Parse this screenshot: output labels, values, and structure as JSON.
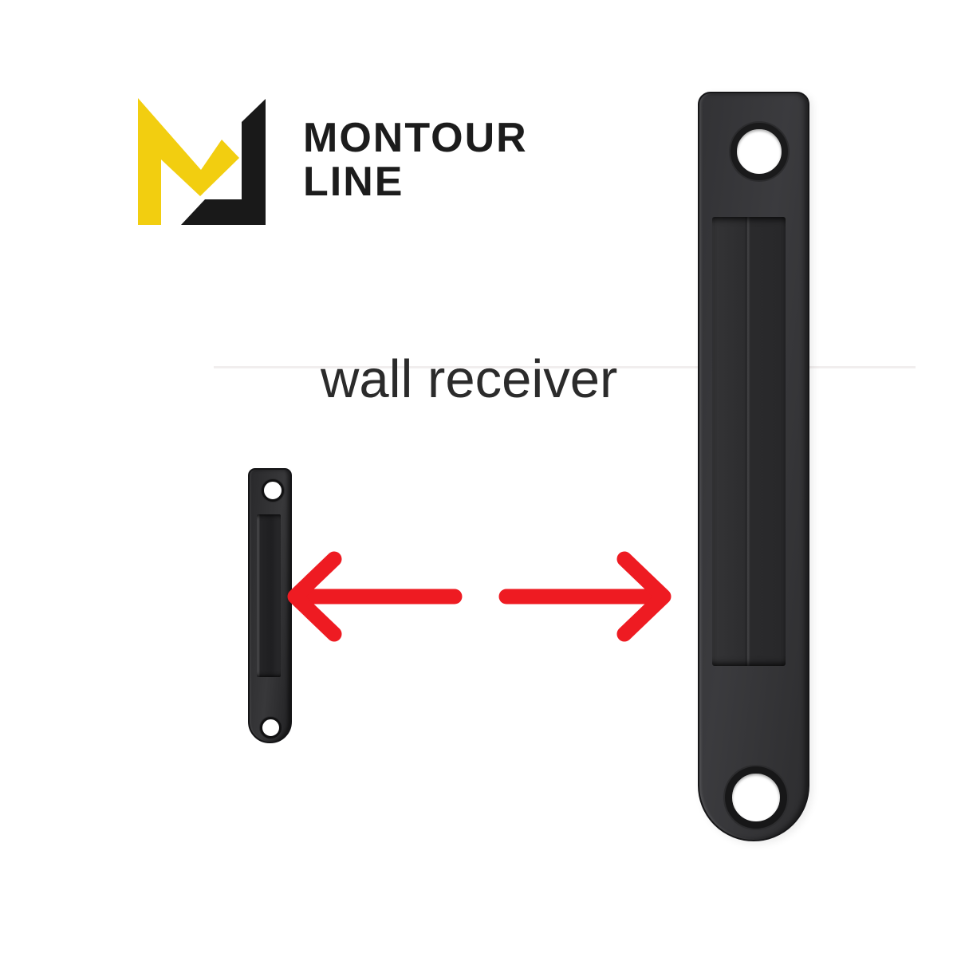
{
  "brand": {
    "name_line1": "MONTOUR",
    "name_line2": "LINE",
    "colors": {
      "yellow": "#F2CE10",
      "black": "#191919",
      "text": "#1C1C1C"
    }
  },
  "caption": {
    "label": "wall receiver",
    "color": "#2B2B2B"
  },
  "product": {
    "item": "wall receiver mounting plate",
    "views": [
      {
        "id": "small-receiver-photo",
        "alt": "wall receiver at actual size"
      },
      {
        "id": "large-receiver-photo",
        "alt": "wall receiver enlarged"
      }
    ],
    "colors": {
      "plate": "#333335",
      "screw_hole": "#FFFFFF"
    }
  },
  "annotations": {
    "arrow_color": "#EE1B22",
    "arrows": [
      {
        "direction": "left"
      },
      {
        "direction": "right"
      }
    ]
  }
}
